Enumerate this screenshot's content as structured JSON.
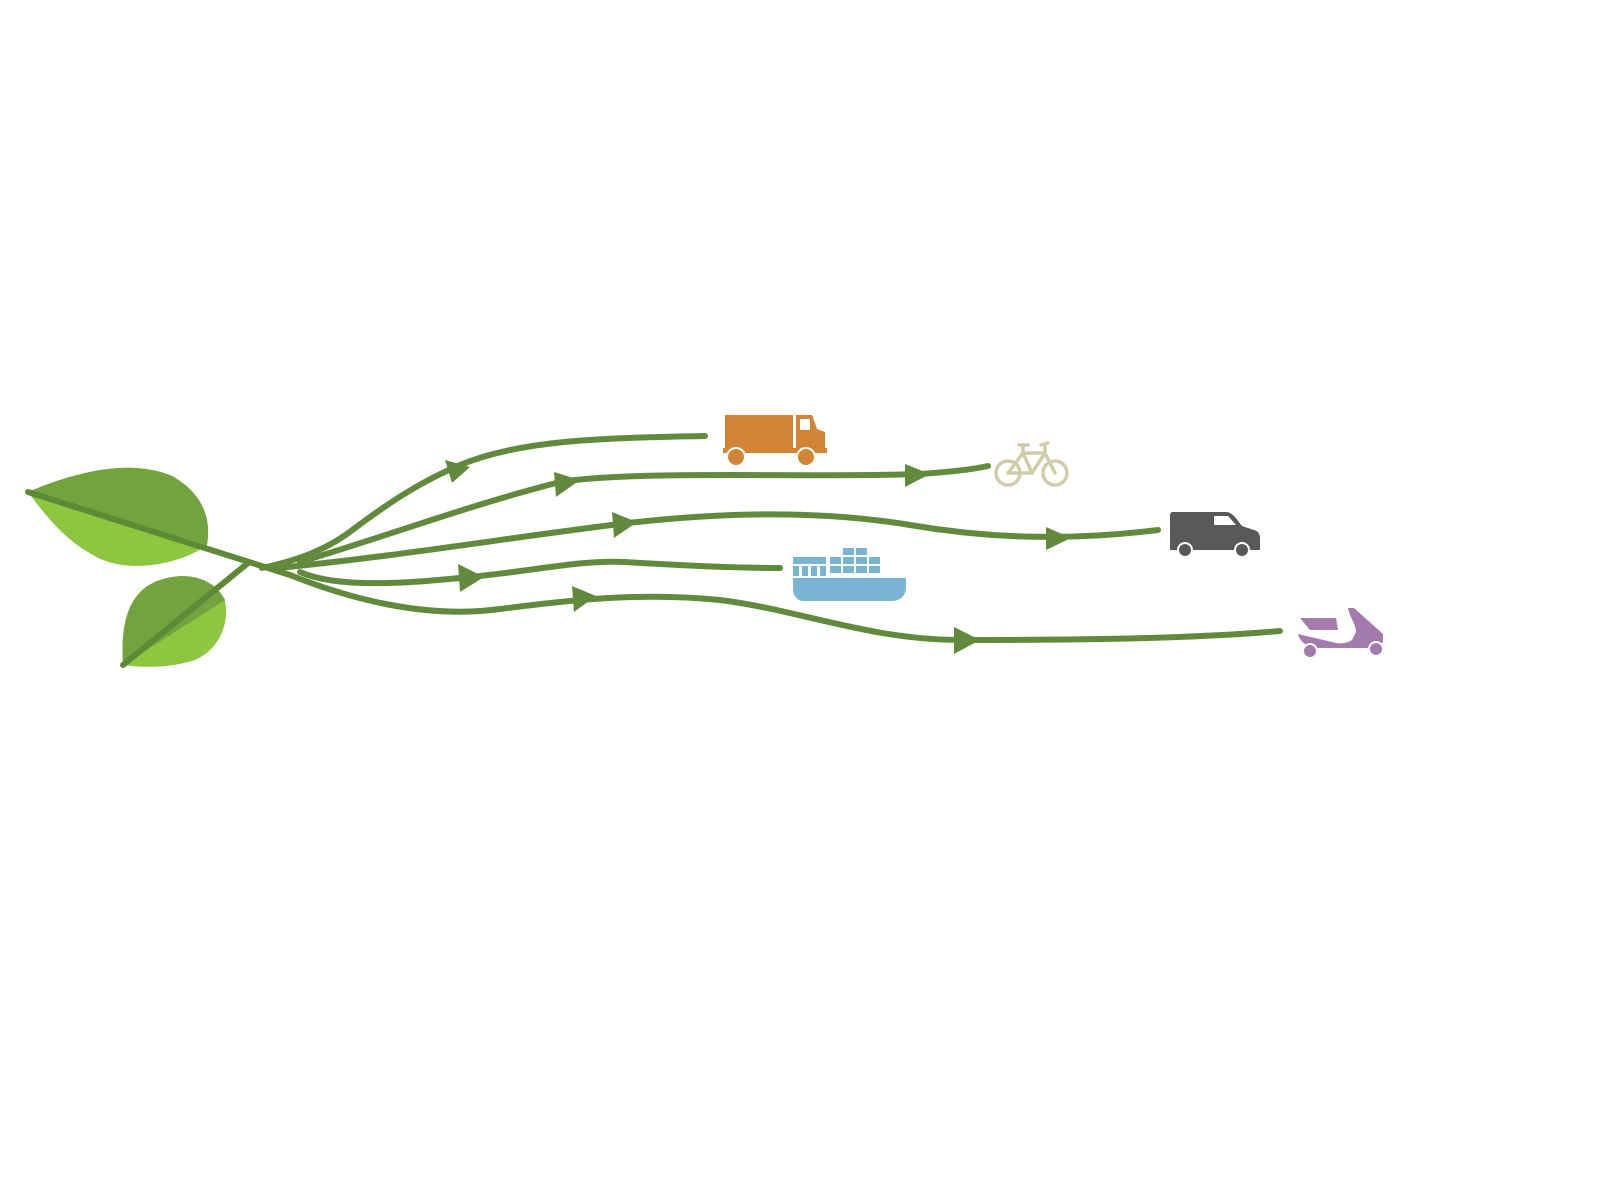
{
  "diagram": {
    "line_color": "#628a3c",
    "leaf_colors": {
      "light": "#8dc63f",
      "dark": "#6f9f3e",
      "vein": "#5e8a38"
    },
    "routes": [
      {
        "id": "truck",
        "icon": "truck-icon",
        "color": "#d08434"
      },
      {
        "id": "bicycle",
        "icon": "bicycle-icon",
        "color": "#d1cca8"
      },
      {
        "id": "van",
        "icon": "van-icon",
        "color": "#58595b"
      },
      {
        "id": "ship",
        "icon": "cargo-ship-icon",
        "color": "#7ab4d3"
      },
      {
        "id": "scooter",
        "icon": "scooter-icon",
        "color": "#a57aad"
      }
    ]
  }
}
